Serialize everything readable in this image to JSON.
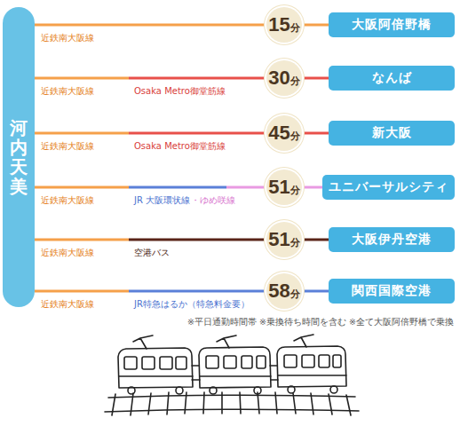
{
  "diagram": {
    "nodes": [
      {
        "text": [
          "河内天美"
        ]
      },
      {
        "text": [
          "15",
          "分"
        ]
      },
      {
        "text": [
          "大阪阿倍野橋"
        ]
      },
      {
        "text": [
          "30",
          "分"
        ]
      },
      {
        "text": [
          "なんば"
        ]
      },
      {
        "text": [
          "45",
          "分"
        ]
      },
      {
        "text": [
          "新大阪"
        ]
      },
      {
        "text": [
          "51",
          "分"
        ]
      },
      {
        "text": [
          "ユニバーサルシティ"
        ]
      },
      {
        "text": [
          "51",
          "分"
        ]
      },
      {
        "text": [
          "大阪伊丹空港"
        ]
      },
      {
        "text": [
          "58",
          "分"
        ]
      },
      {
        "text": [
          "関西国際空港"
        ]
      }
    ],
    "edges": [
      {
        "from": 0,
        "to": 1,
        "arrow": "none"
      },
      {
        "from": 1,
        "to": 2,
        "arrow": "none"
      },
      {
        "from": 0,
        "to": 3,
        "arrow": "none"
      },
      {
        "from": 3,
        "to": 4,
        "arrow": "none"
      },
      {
        "from": 0,
        "to": 5,
        "arrow": "none"
      },
      {
        "from": 5,
        "to": 6,
        "arrow": "none"
      },
      {
        "from": 0,
        "to": 7,
        "arrow": "none"
      },
      {
        "from": 7,
        "to": 8,
        "arrow": "none"
      },
      {
        "from": 0,
        "to": 9,
        "arrow": "none"
      },
      {
        "from": 9,
        "to": 10,
        "arrow": "none"
      },
      {
        "from": 0,
        "to": 11,
        "arrow": "none"
      },
      {
        "from": 11,
        "to": 12,
        "arrow": "none"
      }
    ],
    "labels": [
      "近鉄南大阪線",
      "近鉄南大阪線",
      "Osaka Metro御堂筋線",
      "近鉄南大阪線",
      "Osaka Metro御堂筋線",
      "近鉄南大阪線",
      "JR 大阪環状線",
      "・ゆめ咲線",
      "近鉄南大阪線",
      "空港バス",
      "近鉄南大阪線",
      "JR特急はるか（特急料金要）",
      "※平日通勤時間帯 ※乗換待ち時間を含む ※全て大阪阿倍野橋で乗換"
    ]
  }
}
